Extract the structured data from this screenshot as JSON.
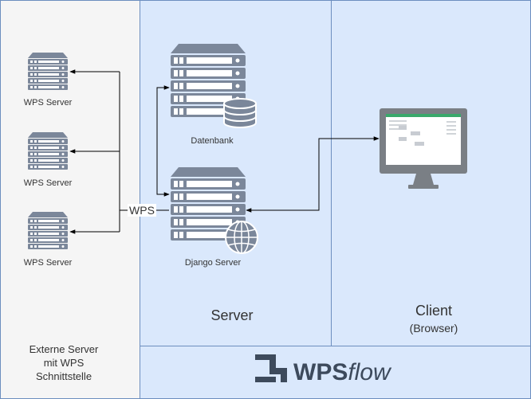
{
  "regions": {
    "external": {
      "lines": [
        "Externe Server",
        "mit WPS",
        "Schnittstelle"
      ]
    },
    "server": {
      "label": "Server"
    },
    "client": {
      "title": "Client",
      "subtitle": "(Browser)"
    }
  },
  "nodes": {
    "wps_servers": [
      {
        "label": "WPS Server"
      },
      {
        "label": "WPS Server"
      },
      {
        "label": "WPS Server"
      }
    ],
    "database": {
      "label": "Datenbank"
    },
    "django": {
      "label": "Django Server"
    }
  },
  "connections": {
    "wps_label": "WPS"
  },
  "brand": {
    "prefix": "WPS",
    "suffix": "flow"
  },
  "icons": {
    "rack_server": "rack-server-icon",
    "database": "database-cylinder-icon",
    "globe": "globe-icon",
    "monitor": "monitor-icon",
    "logo": "wpsflow-logo-icon"
  },
  "colors": {
    "external_bg": "#f5f5f5",
    "server_bg": "#dae8fc",
    "border": "#6c8ebf",
    "server_icon": "#7b879a",
    "monitor": "#7a7f85",
    "logo": "#3d4a5c"
  }
}
